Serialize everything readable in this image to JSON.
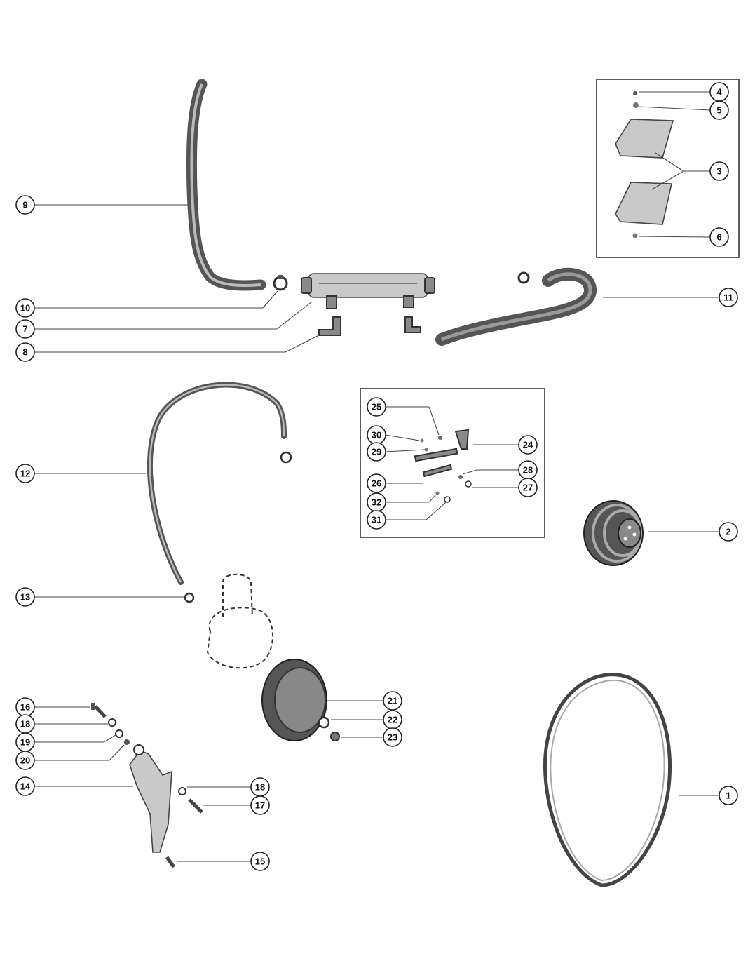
{
  "callouts": [
    {
      "id": "c9",
      "label": "9"
    },
    {
      "id": "c10",
      "label": "10"
    },
    {
      "id": "c7",
      "label": "7"
    },
    {
      "id": "c8",
      "label": "8"
    },
    {
      "id": "c11",
      "label": "11"
    },
    {
      "id": "c4",
      "label": "4"
    },
    {
      "id": "c5",
      "label": "5"
    },
    {
      "id": "c3",
      "label": "3"
    },
    {
      "id": "c6",
      "label": "6"
    },
    {
      "id": "c12",
      "label": "12"
    },
    {
      "id": "c13",
      "label": "13"
    },
    {
      "id": "c25",
      "label": "25"
    },
    {
      "id": "c30",
      "label": "30"
    },
    {
      "id": "c29",
      "label": "29"
    },
    {
      "id": "c24",
      "label": "24"
    },
    {
      "id": "c28",
      "label": "28"
    },
    {
      "id": "c26",
      "label": "26"
    },
    {
      "id": "c27",
      "label": "27"
    },
    {
      "id": "c32",
      "label": "32"
    },
    {
      "id": "c31",
      "label": "31"
    },
    {
      "id": "c2",
      "label": "2"
    },
    {
      "id": "c21",
      "label": "21"
    },
    {
      "id": "c22",
      "label": "22"
    },
    {
      "id": "c23",
      "label": "23"
    },
    {
      "id": "c16",
      "label": "16"
    },
    {
      "id": "c18a",
      "label": "18"
    },
    {
      "id": "c19",
      "label": "19"
    },
    {
      "id": "c20",
      "label": "20"
    },
    {
      "id": "c14",
      "label": "14"
    },
    {
      "id": "c18b",
      "label": "18"
    },
    {
      "id": "c17",
      "label": "17"
    },
    {
      "id": "c15",
      "label": "15"
    },
    {
      "id": "c1",
      "label": "1"
    }
  ]
}
